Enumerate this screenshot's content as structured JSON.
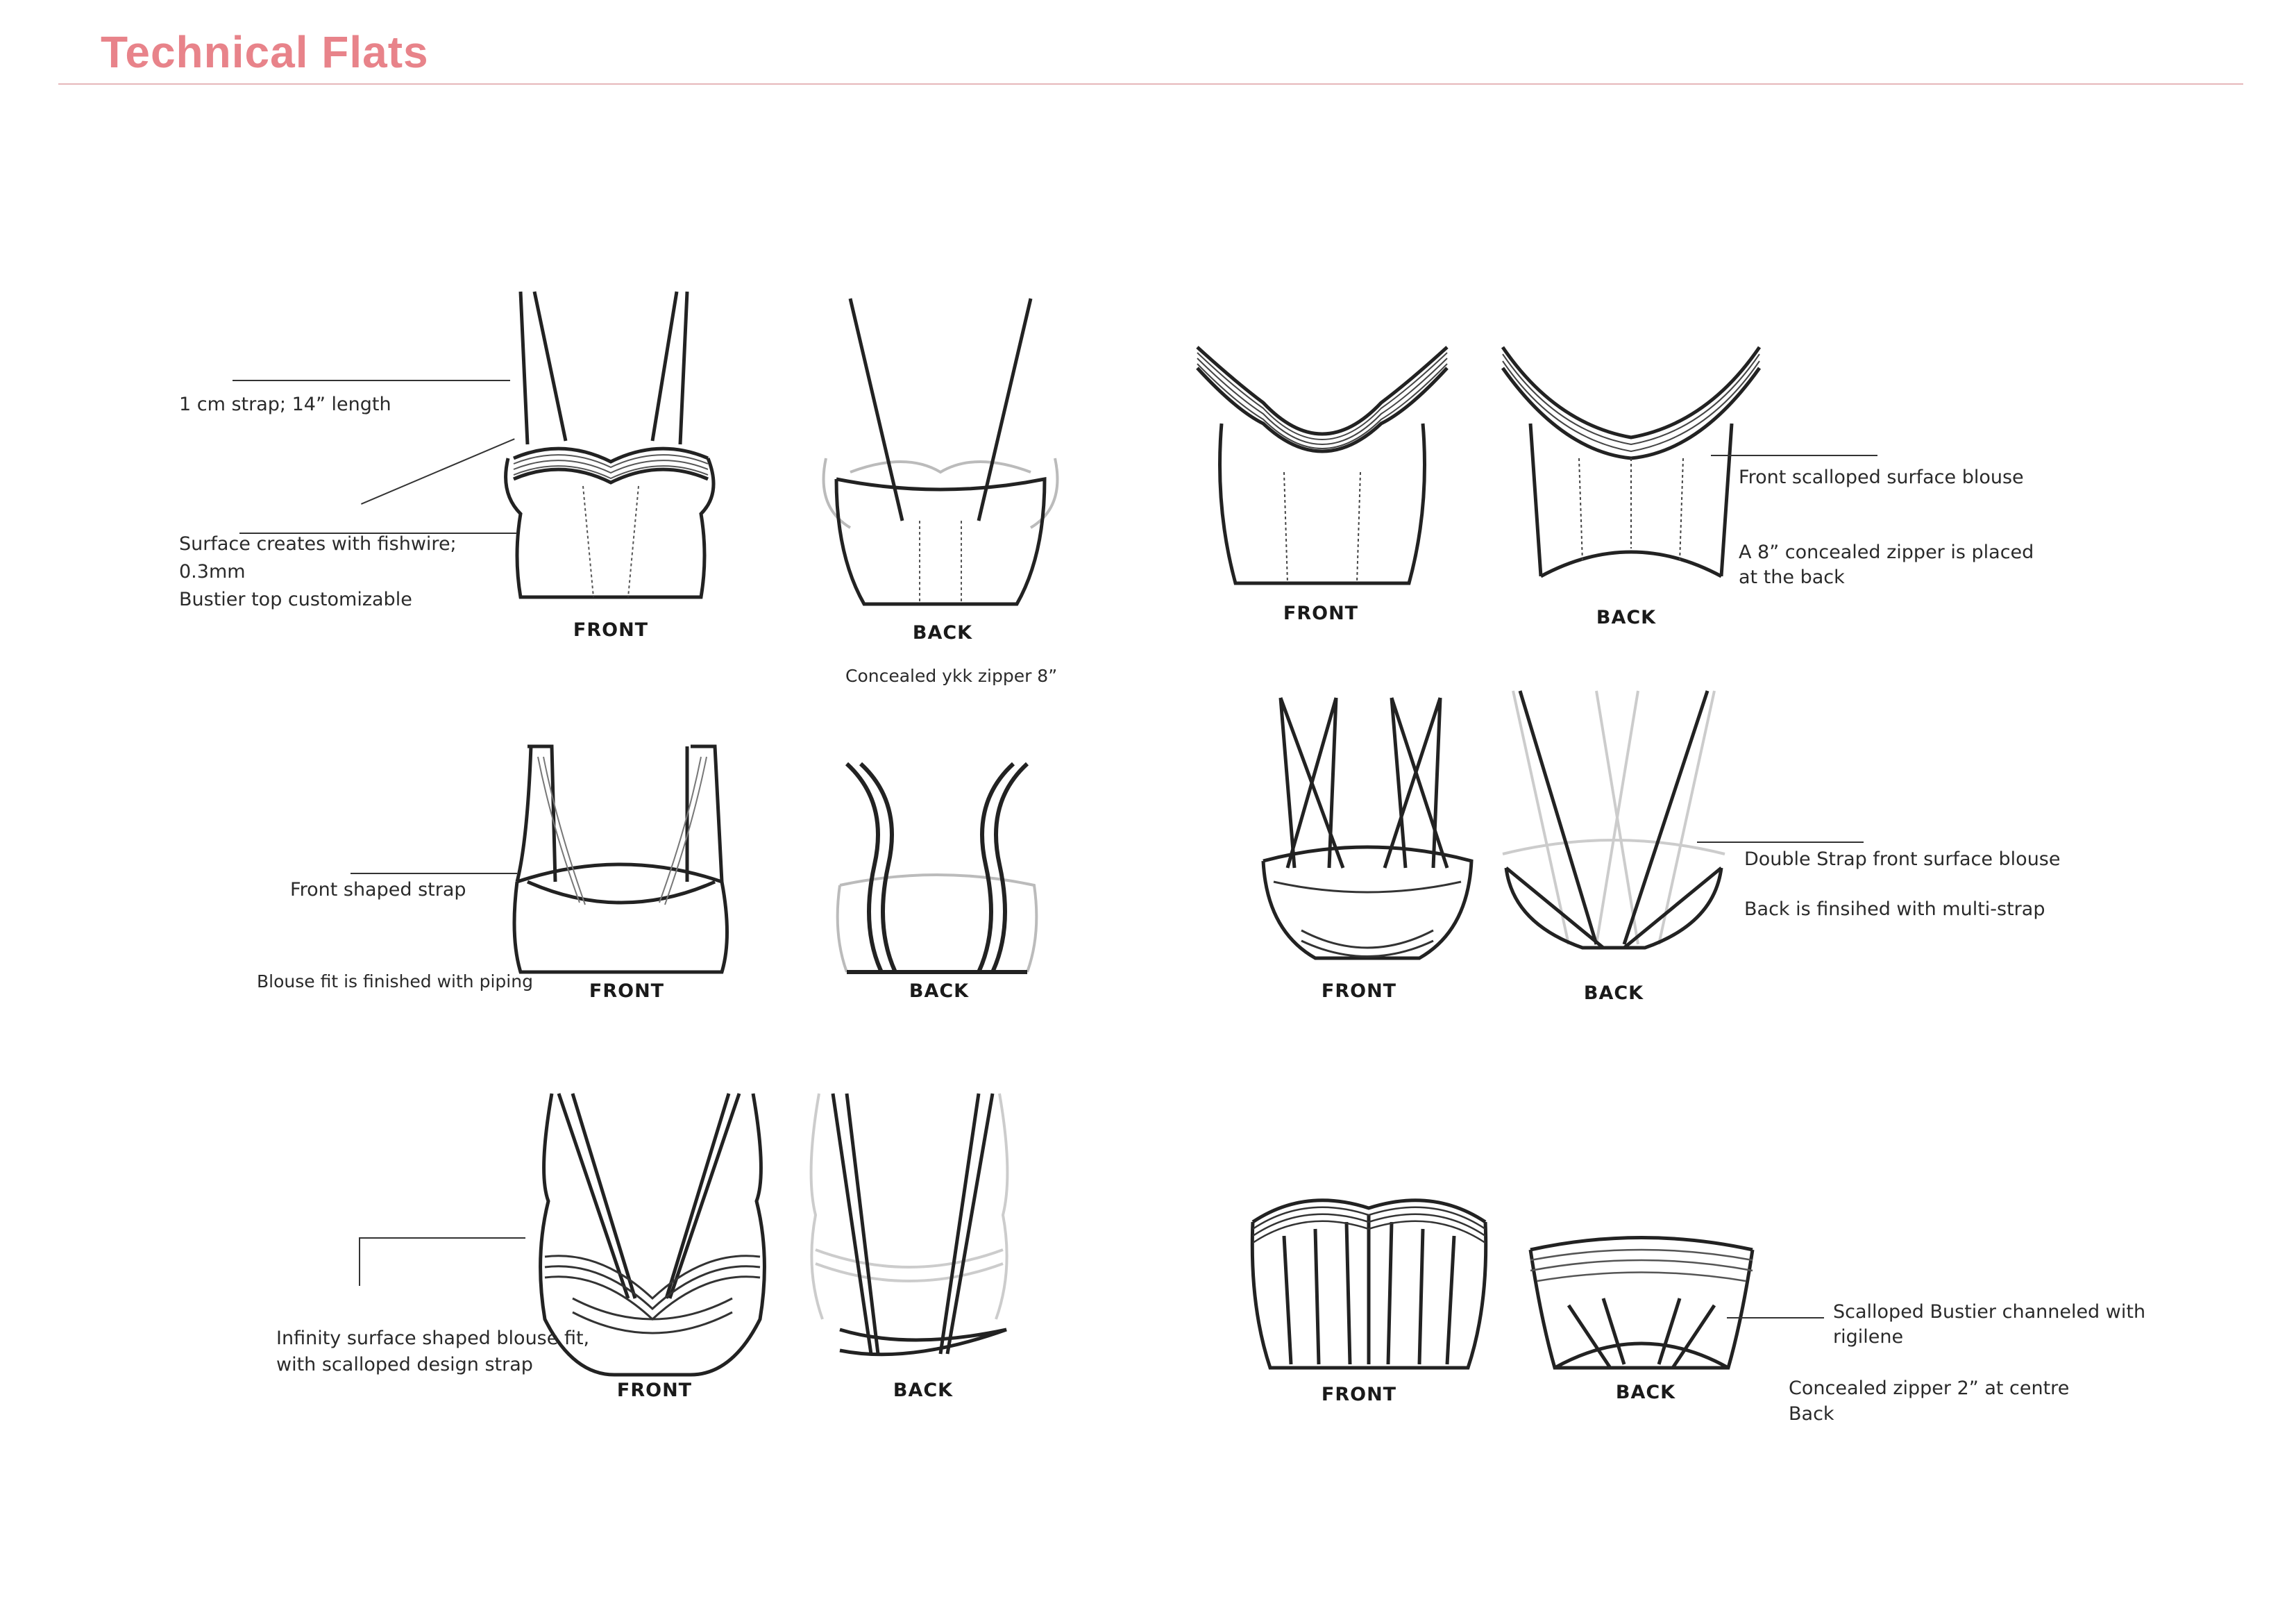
{
  "page": {
    "title": "Technical Flats"
  },
  "labels": {
    "front": "FRONT",
    "back": "BACK"
  },
  "notes": {
    "strap_length": "1 cm strap; 14” length",
    "surface_line1": "Surface creates with fishwire;",
    "surface_line2": "0.3mm",
    "surface_line3": "Bustier top customizable",
    "concealed_ykk": "Concealed ykk zipper 8”",
    "front_shaped_strap": "Front shaped strap",
    "blouse_piping": "Blouse fit is finished with piping",
    "infinity_line1": "Infinity surface shaped blouse fit,",
    "infinity_line2": "with scalloped design strap",
    "scalloped_blouse": "Front scalloped surface blouse",
    "zipper_back_line1": "A 8” concealed zipper is placed",
    "zipper_back_line2": "at the back",
    "double_strap": "Double Strap front surface blouse",
    "multi_strap": "Back is finsihed with multi-strap",
    "scalloped_bustier_line1": "Scalloped Bustier channeled with",
    "scalloped_bustier_line2": "rigilene",
    "centre_zipper_line1": "Concealed zipper 2” at centre",
    "centre_zipper_line2": "Back"
  }
}
